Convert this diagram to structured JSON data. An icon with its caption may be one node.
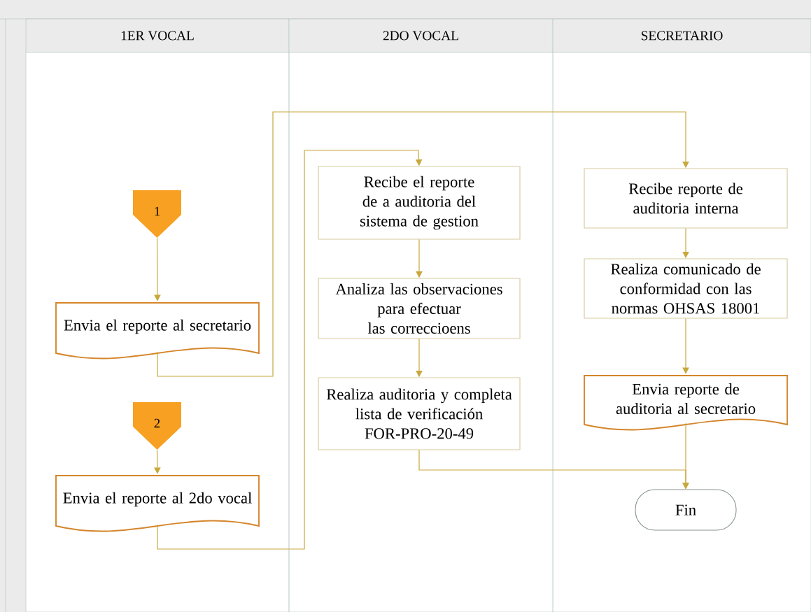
{
  "diagram": {
    "nodes": [
      {
        "text": [
          "1ER VOCAL"
        ]
      },
      {
        "text": [
          "2DO VOCAL"
        ]
      },
      {
        "text": [
          "SECRETARIO"
        ]
      },
      {
        "text": [
          "1"
        ],
        "in": 0
      },
      {
        "text": [
          "Envia el reporte al secretario"
        ],
        "in": 0
      },
      {
        "text": [
          "2"
        ],
        "in": 0
      },
      {
        "text": [
          "Envia el reporte al 2do vocal"
        ],
        "in": 0
      },
      {
        "text": [
          "Recibe el reporte de a auditoria del sistema de gestion"
        ],
        "in": 1
      },
      {
        "text": [
          "Analiza las observaciones para efectuar las correccioens"
        ],
        "in": 1
      },
      {
        "text": [
          "Realiza auditoria y completa lista de verificación FOR-PRO-20-49"
        ],
        "in": 1
      },
      {
        "text": [
          "Recibe reporte de auditoria interna"
        ],
        "in": 2
      },
      {
        "text": [
          "Realiza comunicado de conformidad con las normas OHSAS 18001"
        ],
        "in": 2
      },
      {
        "text": [
          "Envia reporte de auditoria al secretario"
        ],
        "in": 2
      },
      {
        "text": [
          "Fin"
        ],
        "in": 2
      }
    ],
    "edges": [
      {
        "from": 3,
        "to": 4,
        "arrow": "to"
      },
      {
        "from": 4,
        "to": 10,
        "arrow": "to"
      },
      {
        "from": 5,
        "to": 6,
        "arrow": "to"
      },
      {
        "from": 6,
        "to": 7,
        "arrow": "to"
      },
      {
        "from": 7,
        "to": 8,
        "arrow": "to"
      },
      {
        "from": 8,
        "to": 9,
        "arrow": "to"
      },
      {
        "from": 10,
        "to": 11,
        "arrow": "to"
      },
      {
        "from": 11,
        "to": 12,
        "arrow": "to"
      },
      {
        "from": 12,
        "to": 13,
        "arrow": "to"
      },
      {
        "from": 9,
        "to": 13,
        "arrow": "to"
      }
    ]
  }
}
